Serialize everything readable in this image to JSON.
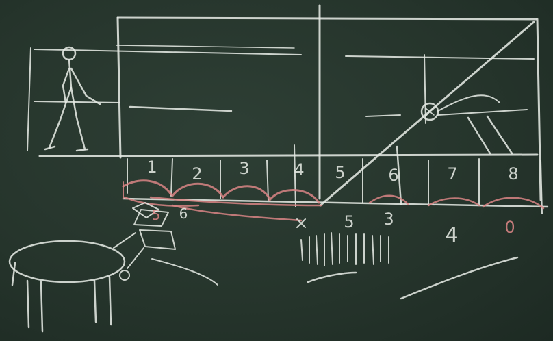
{
  "scene": "chalkboard sketch",
  "colors": {
    "board": "#26352c",
    "chalk_white": "#e4e8e2",
    "chalk_red": "#d98585"
  },
  "top_numbers": [
    "1",
    "2",
    "3",
    "4",
    "5",
    "6",
    "7",
    "8"
  ],
  "bottom_numbers_left": [
    "5",
    "6"
  ],
  "bottom_numbers_right": [
    "5",
    "3",
    "4",
    "0"
  ]
}
